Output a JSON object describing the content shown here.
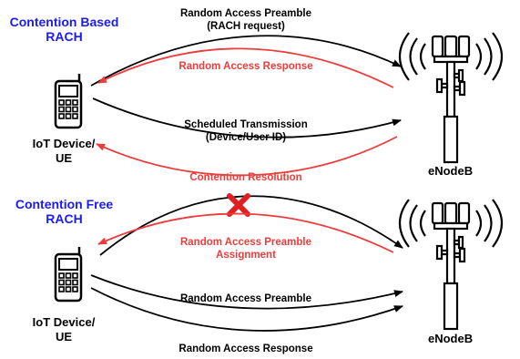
{
  "colors": {
    "title_blue": "#1a1aff",
    "request_black": "#000000",
    "response_red": "#ee3b3b",
    "cross_red": "#e02020"
  },
  "icons": {
    "device": "mobile-phone-icon",
    "base_station": "cell-tower-icon",
    "failed": "red-x-icon"
  },
  "contention_based": {
    "title": [
      "Contention Based",
      "RACH"
    ],
    "device_label": [
      "IoT Device/",
      "UE"
    ],
    "node_label": "eNodeB",
    "msg1": [
      "Random Access Preamble",
      "(RACH request)"
    ],
    "msg2": "Random Access Response",
    "msg3": [
      "Scheduled Transmission",
      "(Device/User ID)"
    ],
    "msg4": "Contention Resolution"
  },
  "contention_free": {
    "title": [
      "Contention Free",
      "RACH"
    ],
    "device_label": [
      "IoT Device/",
      "UE"
    ],
    "node_label": "eNodeB",
    "msg0": [
      "Random Access Preamble",
      "Assignment"
    ],
    "msg1": "Random Access Preamble",
    "msg2": "Random Access Response"
  }
}
